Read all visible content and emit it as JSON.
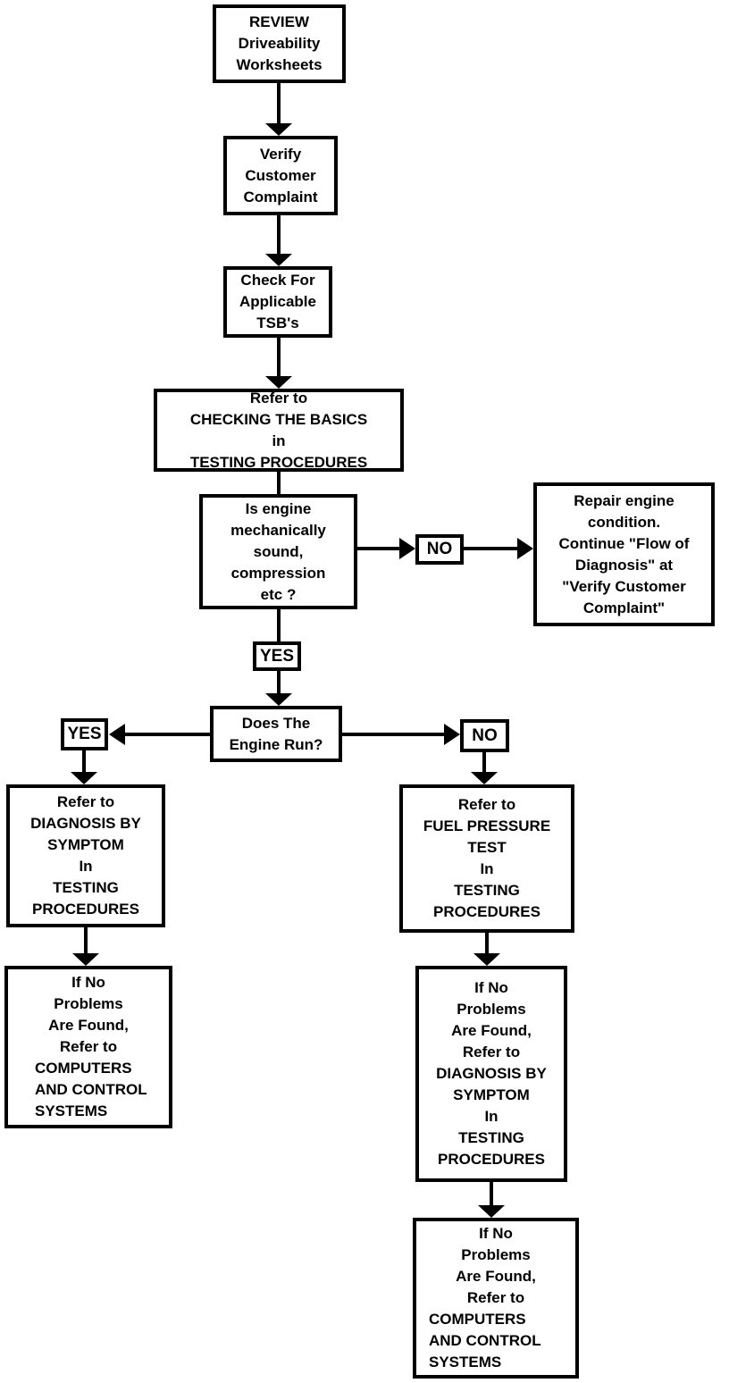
{
  "page": {
    "title": "Flow of Diagnosis flowchart",
    "background_color": "#ffffff",
    "line_color": "#000000",
    "box_fill_color": "#ffffff",
    "text_color": "#000000"
  },
  "nodes": {
    "review": {
      "text": "REVIEW\nDriveability\nWorksheets"
    },
    "verify": {
      "text": "Verify\nCustomer\nComplaint"
    },
    "tsbs": {
      "text": "Check For\nApplicable\nTSB's"
    },
    "basics": {
      "text": "Refer to\nCHECKING THE BASICS\nin\nTESTING PROCEDURES"
    },
    "engine_sound": {
      "text": "Is engine\nmechanically\nsound,\ncompression\netc ?"
    },
    "repair": {
      "text": "Repair engine\ncondition.\nContinue \"Flow of\nDiagnosis\" at\n\"Verify Customer\nComplaint\""
    },
    "engine_run": {
      "text": "Does The\nEngine Run?"
    },
    "diagnosis_left": {
      "text": "Refer to\nDIAGNOSIS BY\nSYMPTOM\nIn\nTESTING\nPROCEDURES"
    },
    "if_no_left": {
      "text_centered": "If No\nProblems\nAre Found,\nRefer to",
      "text_left": "COMPUTERS\nAND CONTROL\nSYSTEMS"
    },
    "fuel_pressure": {
      "text": "Refer to\nFUEL PRESSURE\nTEST\nIn\nTESTING\nPROCEDURES"
    },
    "if_no_diagnosis": {
      "text": "If No\nProblems\nAre Found,\nRefer to\nDIAGNOSIS BY\nSYMPTOM\nIn\nTESTING\nPROCEDURES"
    },
    "if_no_computers": {
      "text_centered": "If No\nProblems\nAre Found,\nRefer to",
      "text_left": "COMPUTERS\nAND CONTROL\nSYSTEMS"
    }
  },
  "labels": {
    "no_engine_sound": "NO",
    "yes_engine_sound": "YES",
    "yes_engine_run": "YES",
    "no_engine_run": "NO"
  }
}
